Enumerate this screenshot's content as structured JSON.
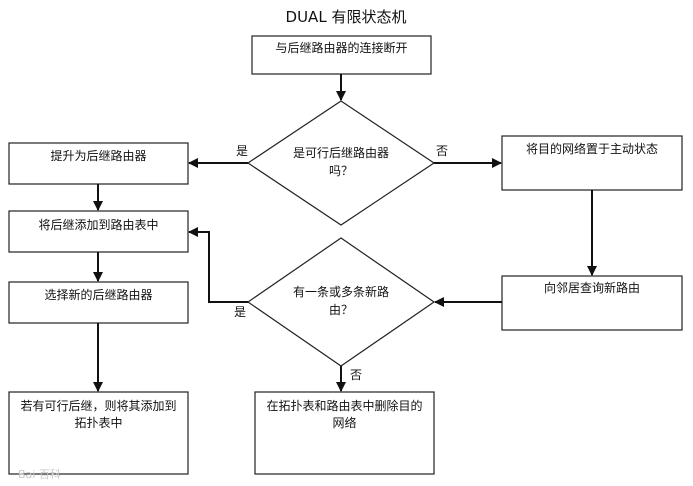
{
  "title": "DUAL 有限状态机",
  "nodes": {
    "start": "与后继路由器的连接断开",
    "decision_feasible": [
      "是可行后继路由器",
      "吗？"
    ],
    "promote": "提升为后继路由器",
    "add_to_table": "将后继添加到路由表中",
    "select_new": "选择新的后继路由器",
    "if_feasible": [
      "若有可行后继，则将其添加到",
      "拓扑表中"
    ],
    "set_active": "将目的网络置于主动状态",
    "query_neighbors": "向邻居查询新路由",
    "decision_routes": [
      "有一条或多条新路",
      "由？"
    ],
    "remove_dest": [
      "在拓扑表和路由表中删除目的",
      "网络"
    ]
  },
  "edge_labels": {
    "feasible_yes": "是",
    "feasible_no": "否",
    "routes_yes": "是",
    "routes_no": "否"
  },
  "watermark": "Bai 百科"
}
